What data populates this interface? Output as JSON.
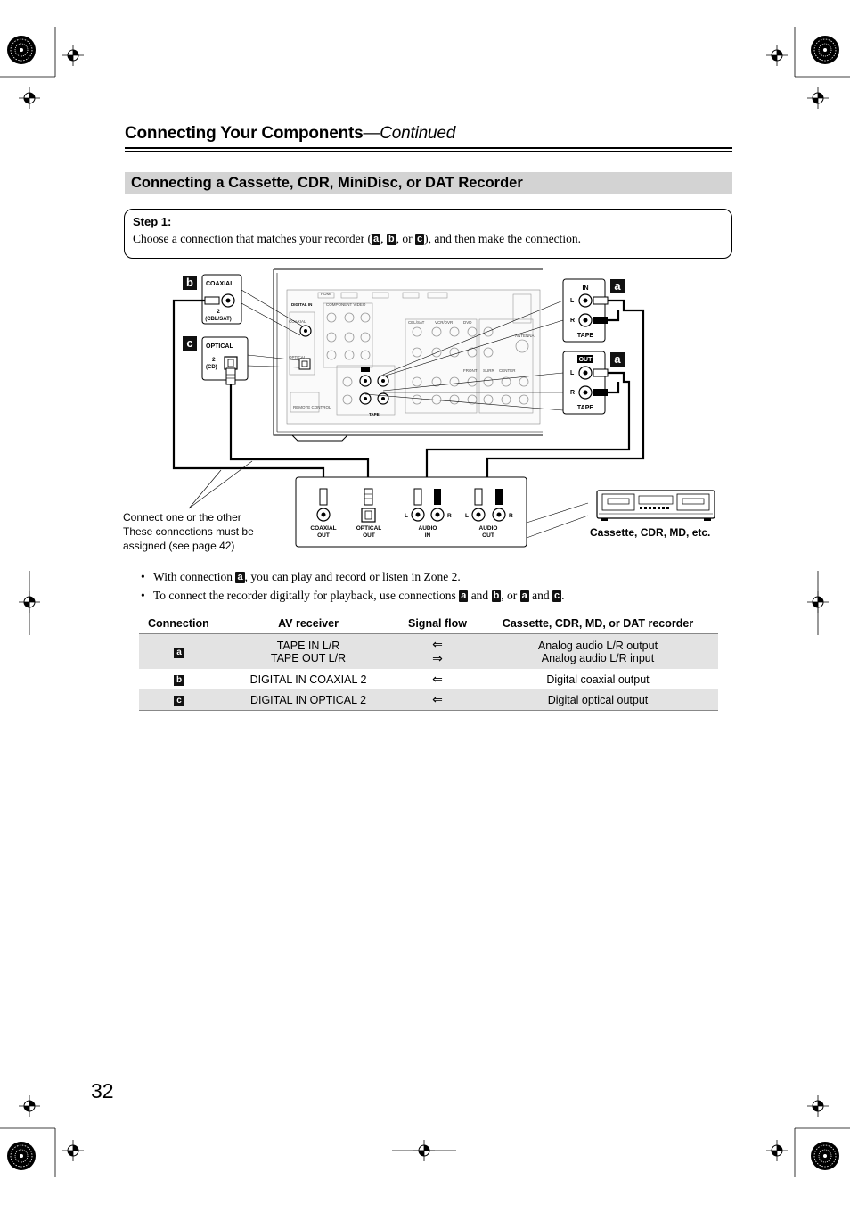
{
  "header": {
    "title": "Connecting Your Components",
    "title_suffix": "—Continued"
  },
  "section": {
    "title": "Connecting a Cassette, CDR, MiniDisc, or DAT Recorder"
  },
  "step": {
    "title": "Step 1:",
    "text_before": "Choose a connection that matches your recorder (",
    "key_a": "a",
    "sep1": ", ",
    "key_b": "b",
    "sep2": ", or ",
    "key_c": "c",
    "text_after": "), and then make the connection."
  },
  "diagram": {
    "coaxial_label": "COAXIAL",
    "coaxial_input": "2",
    "coaxial_input_sub": "(CBL/SAT)",
    "optical_label": "OPTICAL",
    "optical_input": "2",
    "optical_input_sub": "(CD)",
    "tape_in_label": "IN",
    "tape_out_label": "OUT",
    "tape_label": "TAPE",
    "left": "L",
    "right": "R",
    "key_a": "a",
    "key_b": "b",
    "key_c": "c",
    "recorder_coaxial_out": [
      "COAXIAL",
      "OUT"
    ],
    "recorder_optical_out": [
      "OPTICAL",
      "OUT"
    ],
    "recorder_audio_in": [
      "AUDIO",
      "IN"
    ],
    "recorder_audio_out": [
      "AUDIO",
      "OUT"
    ],
    "panel_labels": {
      "digital_in": "DIGITAL IN",
      "component_video": "COMPONENT VIDEO",
      "coaxial": "COAXIAL",
      "optical": "OPTICAL",
      "antenna": "ANTENNA",
      "tape": "TAPE",
      "hdmi": "HDMI",
      "cbl_sat": "CBL/SAT",
      "vcr_dvr": "VCR/DVR",
      "dvd": "DVD",
      "front": "FRONT",
      "surr": "SURR",
      "center": "CENTER",
      "remote_control": "REMOTE CONTROL"
    }
  },
  "note": {
    "line1": "Connect one or the other",
    "line2": "These connections must be",
    "line3": "assigned (see page 42)"
  },
  "cassette_label": "Cassette, CDR, MD, etc.",
  "bullets": [
    {
      "bullet": "•",
      "part1": "With connection ",
      "key1": "a",
      "part2": ", you can play and record or listen in Zone 2."
    },
    {
      "bullet": "•",
      "part1": "To connect the recorder digitally for playback, use connections ",
      "key1": "a",
      "part2": " and ",
      "key2": "b",
      "part3": ", or ",
      "key3": "a",
      "part4": " and ",
      "key4": "c",
      "part5": "."
    }
  ],
  "table": {
    "headers": [
      "Connection",
      "AV receiver",
      "Signal flow",
      "Cassette, CDR, MD, or DAT recorder"
    ],
    "rows": [
      {
        "key": "a",
        "receiver": [
          "TAPE IN L/R",
          "TAPE OUT L/R"
        ],
        "flow": [
          "⇐",
          "⇒"
        ],
        "recorder": [
          "Analog audio L/R output",
          "Analog audio L/R input"
        ]
      },
      {
        "key": "b",
        "receiver": [
          "DIGITAL IN COAXIAL 2"
        ],
        "flow": [
          "⇐"
        ],
        "recorder": [
          "Digital coaxial output"
        ]
      },
      {
        "key": "c",
        "receiver": [
          "DIGITAL IN OPTICAL 2"
        ],
        "flow": [
          "⇐"
        ],
        "recorder": [
          "Digital optical output"
        ]
      }
    ]
  },
  "page_number": "32",
  "colors": {
    "section_bg": "#d3d3d3",
    "table_shade": "#e3e3e3",
    "key_bg": "#111111"
  }
}
